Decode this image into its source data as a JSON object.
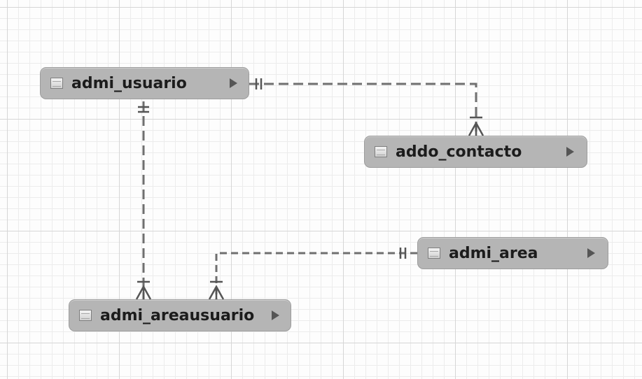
{
  "diagram": {
    "entities": [
      {
        "id": "admi_usuario",
        "name": "admi_usuario",
        "icon": "table-icon",
        "arrow": "expand-arrow-icon"
      },
      {
        "id": "addo_contacto",
        "name": "addo_contacto",
        "icon": "table-icon",
        "arrow": "expand-arrow-icon"
      },
      {
        "id": "admi_area",
        "name": "admi_area",
        "icon": "table-icon",
        "arrow": "expand-arrow-icon"
      },
      {
        "id": "admi_areausuario",
        "name": "admi_areausuario",
        "icon": "table-icon",
        "arrow": "expand-arrow-icon"
      }
    ],
    "relationships": [
      {
        "from": "admi_usuario",
        "to": "addo_contacto",
        "from_cardinality": "one-and-only-one",
        "to_cardinality": "one-or-many",
        "style": "dashed"
      },
      {
        "from": "admi_usuario",
        "to": "admi_areausuario",
        "from_cardinality": "one-and-only-one",
        "to_cardinality": "one-or-many",
        "style": "dashed"
      },
      {
        "from": "admi_area",
        "to": "admi_areausuario",
        "from_cardinality": "one-and-only-one",
        "to_cardinality": "one-or-many",
        "style": "dashed"
      }
    ],
    "colors": {
      "entity_fill": "#b5b5b5",
      "connector": "#6f6f6f",
      "grid_major": "#d6d6d6",
      "grid_minor": "#ececec"
    }
  }
}
